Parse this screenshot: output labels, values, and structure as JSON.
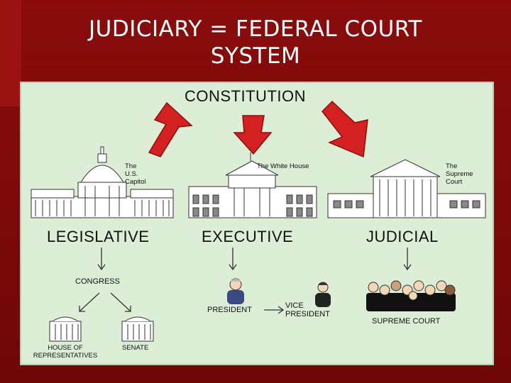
{
  "slide": {
    "title_line1": "JUDICIARY = FEDERAL COURT",
    "title_line2": "SYSTEM"
  },
  "diagram": {
    "top": "CONSTITUTION",
    "branches": {
      "legislative": {
        "label": "LEGISLATIVE",
        "building_caption": [
          "The",
          "U.S.",
          "Capitol"
        ],
        "sub": "CONGRESS",
        "children": [
          "HOUSE OF REPRESENTATIVES",
          "SENATE"
        ],
        "child_lines": {
          "house_1": "HOUSE OF",
          "house_2": "REPRESENTATIVES",
          "senate": "SENATE"
        }
      },
      "executive": {
        "label": "EXECUTIVE",
        "building_caption": "The White House",
        "person": "PRESIDENT",
        "vice_1": "VICE",
        "vice_2": "PRESIDENT"
      },
      "judicial": {
        "label": "JUDICIAL",
        "building_caption": [
          "The",
          "Supreme",
          "Court"
        ],
        "sub": "SUPREME COURT"
      }
    },
    "colors": {
      "arrow": "#d42020",
      "panel": "#dceed6",
      "background": "#7a0a0a"
    }
  }
}
